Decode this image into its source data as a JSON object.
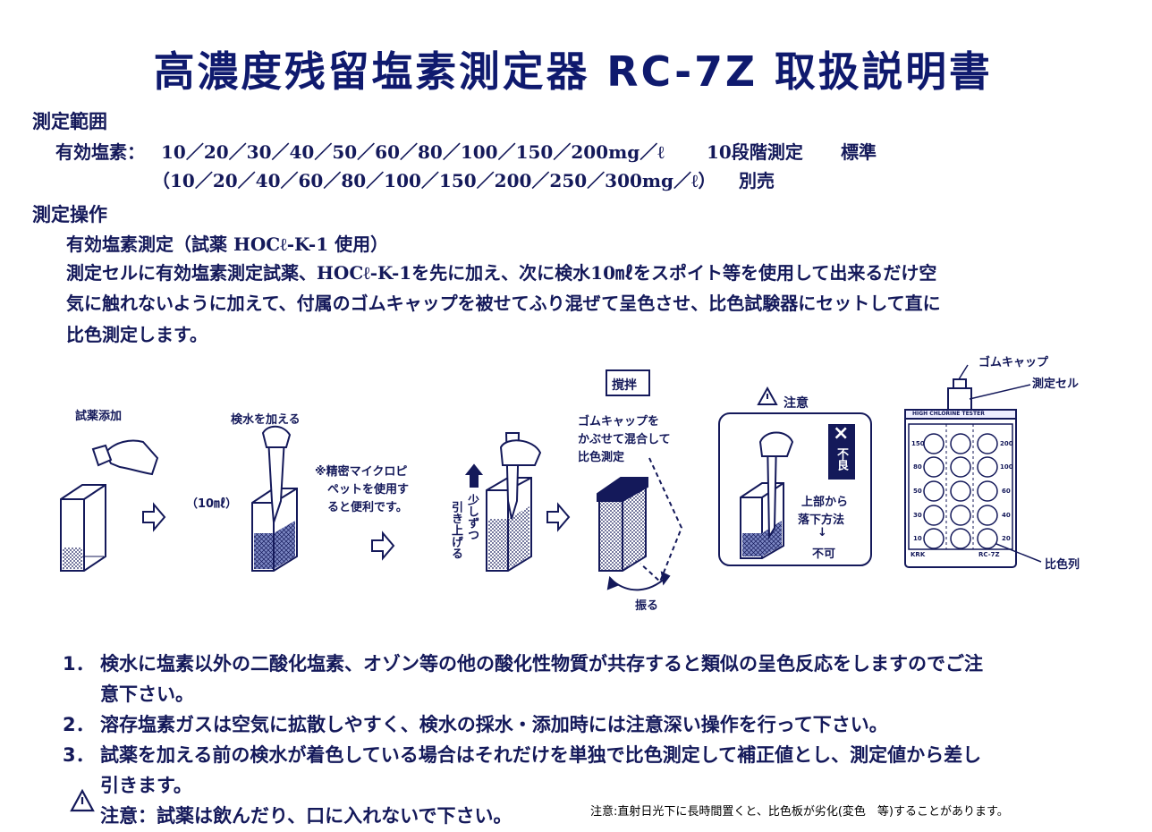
{
  "title": "高濃度残留塩素測定器 RC-7Z 取扱説明書",
  "range": {
    "heading": "測定範囲",
    "line1_label": "有効塩素：",
    "line1_values": "10／20／30／40／50／60／80／100／150／200mg／ℓ",
    "line1_steps": "10段階測定",
    "line1_type": "標準",
    "line2_values": "（10／20／40／60／80／100／150／200／250／300mg／ℓ）",
    "line2_type": "別売"
  },
  "operation": {
    "heading": "測定操作",
    "subheading": "有効塩素測定（試薬 HOCℓ-K-1 使用）",
    "text_lines": [
      "測定セルに有効塩素測定試薬、HOCℓ-K-1を先に加え、次に検水10㎖をスポイト等を使用して出来るだけ空",
      "気に触れないように加えて、付属のゴムキャップを被せてふり混ぜて呈色させ、比色試験器にセットして直に",
      "比色測定します。"
    ]
  },
  "diagram": {
    "step1_label": "試薬添加",
    "step2_label": "検水を加える",
    "volume_label": "（10㎖）",
    "pipette_note": [
      "※精密マイクロピ",
      "ペットを使用す",
      "ると便利です。"
    ],
    "lift_label_col1": "少しずつ",
    "lift_label_col2": "引き上げる",
    "stir_box": "撹拌",
    "cap_note": [
      "ゴムキャップを",
      "かぶせて混合して",
      "比色測定"
    ],
    "shake_label": "振る",
    "caution_label": "注意",
    "bad_mark": "×",
    "bad_label": "不良",
    "caution_text": [
      "上部から",
      "落下方法"
    ],
    "caution_arrow": "↓",
    "caution_result": "不可",
    "cap_label": "ゴムキャップ",
    "cell_label": "測定セル",
    "colorbar_label": "比色列",
    "tester_header": "HIGH CHLORINE TESTER",
    "tester_left_scale": [
      "150",
      "80",
      "50",
      "30",
      "10"
    ],
    "tester_right_scale": [
      "200",
      "100",
      "60",
      "40",
      "20"
    ],
    "tester_brand": "KRK",
    "tester_model": "RC-7Z"
  },
  "notes": [
    {
      "num": "1．",
      "lines": [
        "検水に塩素以外の二酸化塩素、オゾン等の他の酸化性物質が共存すると類似の呈色反応をしますのでご注",
        "意下さい。"
      ]
    },
    {
      "num": "2．",
      "lines": [
        "溶存塩素ガスは空気に拡散しやすく、検水の採水・添加時には注意深い操作を行って下さい。"
      ]
    },
    {
      "num": "3．",
      "lines": [
        "試薬を加える前の検水が着色している場合はそれだけを単独で比色測定して補正値とし、測定値から差し",
        "引きます。"
      ]
    }
  ],
  "warning": {
    "icon": "warning-triangle-icon",
    "text": "注意：試薬は飲んだり、口に入れないで下さい。"
  },
  "footnote": "注意:直射日光下に長時間置くと、比色板が劣化(変色　等)することがあります。",
  "colors": {
    "ink": "#14195a",
    "title": "#0f1a6e"
  }
}
